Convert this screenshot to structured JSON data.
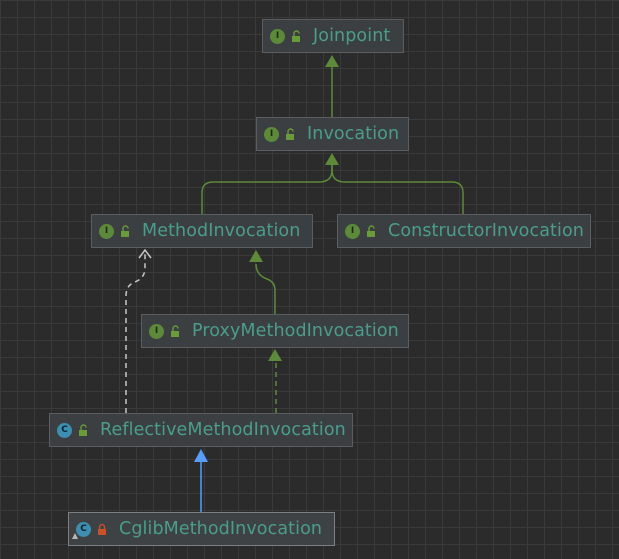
{
  "nodes": {
    "joinpoint": {
      "name": "Joinpoint",
      "kind": "I"
    },
    "invocation": {
      "name": "Invocation",
      "kind": "I"
    },
    "method_invocation": {
      "name": "MethodInvocation",
      "kind": "I"
    },
    "constructor_invocation": {
      "name": "ConstructorInvocation",
      "kind": "I"
    },
    "proxy_method_invocation": {
      "name": "ProxyMethodInvocation",
      "kind": "I"
    },
    "reflective_method_invocation": {
      "name": "ReflectiveMethodInvocation",
      "kind": "C"
    },
    "cglib_method_invocation": {
      "name": "CglibMethodInvocation",
      "kind": "C"
    }
  },
  "edges": [
    {
      "from": "invocation",
      "to": "joinpoint",
      "kind": "extends"
    },
    {
      "from": "method_invocation",
      "to": "invocation",
      "kind": "extends"
    },
    {
      "from": "constructor_invocation",
      "to": "invocation",
      "kind": "extends"
    },
    {
      "from": "proxy_method_invocation",
      "to": "method_invocation",
      "kind": "extends"
    },
    {
      "from": "reflective_method_invocation",
      "to": "proxy_method_invocation",
      "kind": "implements"
    },
    {
      "from": "reflective_method_invocation",
      "to": "method_invocation",
      "kind": "uses"
    },
    {
      "from": "cglib_method_invocation",
      "to": "reflective_method_invocation",
      "kind": "extends-class"
    }
  ],
  "colors": {
    "interface_icon": "#5d8a3a",
    "class_icon": "#3d8eb0",
    "label_text": "#4a9d8c",
    "extends_line": "#5d8a3a",
    "uses_line": "#c8c8c8",
    "class_extends_line": "#589df6",
    "public_lock": "#6a9a3a",
    "private_lock": "#c7522a"
  },
  "icons": {
    "interface": "interface-icon",
    "class": "class-icon",
    "abstract_badge": "abstract-badge-icon",
    "public_visibility": "open-lock-icon",
    "private_visibility": "lock-icon"
  }
}
